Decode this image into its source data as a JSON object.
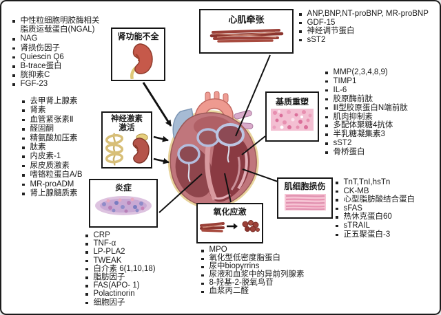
{
  "figure": {
    "boxes": {
      "renal": {
        "label": "肾功能不全"
      },
      "stretch": {
        "label": "心肌牵张"
      },
      "neuro": {
        "label_line1": "神经激素",
        "label_line2": "激活"
      },
      "matrix": {
        "label": "基质重塑"
      },
      "inflammation": {
        "label": "炎症"
      },
      "oxidative": {
        "label": "氧化应激"
      },
      "myocyte": {
        "label": "肌细胞损伤"
      }
    },
    "lists": {
      "renal": [
        "中性粒细胞明胶酶相关脂质运载蛋白(NGAL)",
        "NAG",
        "肾损伤因子",
        "Quiescin Q6",
        "B-trace蛋白",
        "胱抑素C",
        "FGF-23"
      ],
      "neuro": [
        "去甲肾上腺素",
        "肾素",
        "血管紧张素Ⅱ",
        "醛固酮",
        "精氨酸加压素",
        "肽素",
        "内皮素-1",
        "尿皮质激素",
        "嗜铬粒蛋白A/B",
        "MR-proADM",
        "肾上腺髓质素"
      ],
      "stretch": [
        "ANP,BNP,NT-proBNP, MR-proBNP",
        "GDF-15",
        "神经调节蛋白",
        "sST2"
      ],
      "matrix": [
        "MMP(2,3,4,8,9)",
        "TIMP1",
        "IL-6",
        "胶原酶前肽",
        "Ⅲ型胶原蛋白N端前肽",
        "肌肉抑制素",
        "多配体聚糖4抗体",
        "半乳糖凝集素3",
        "sST2",
        "骨桥蛋白"
      ],
      "myocyte": [
        "TnT,TnI,hsTn",
        "CK-MB",
        "心型脂肪酸结合蛋白",
        "sFAS",
        "热休克蛋白60",
        "sTRAIL",
        "正五聚蛋白-3"
      ],
      "inflammation": [
        "CRP",
        "TNF-α",
        "LP-PLA2",
        "TWEAK",
        "白介素 6(1,10,18)",
        "脂肪因子",
        "FAS(APO- 1)",
        "Polactinorin",
        "细胞因子"
      ],
      "oxidative": [
        "MPO",
        "氧化型低密度脂蛋白",
        "尿中biopyrrins",
        "尿液和血浆中的异前列腺素",
        "8-羟基-2-脱氧鸟苷",
        "血浆丙二醛"
      ]
    },
    "colors": {
      "frame_border": "#1c1c1c",
      "heart_body_red": "#c0767c",
      "chamber_dark_red": "#8a3a42",
      "aorta_pink": "#ee9a90",
      "pulmonary_blue": "#a6bbd4",
      "pericardium_cream": "#e8d49c",
      "kidney_red": "#c6594a",
      "ureter_yellow": "#dec878",
      "nerve_gold": "#d8bf78",
      "histology_pink": "#f3bfd2",
      "histology_purple": "#8f8cc8",
      "muscle_dark_red": "#9a4038"
    }
  }
}
